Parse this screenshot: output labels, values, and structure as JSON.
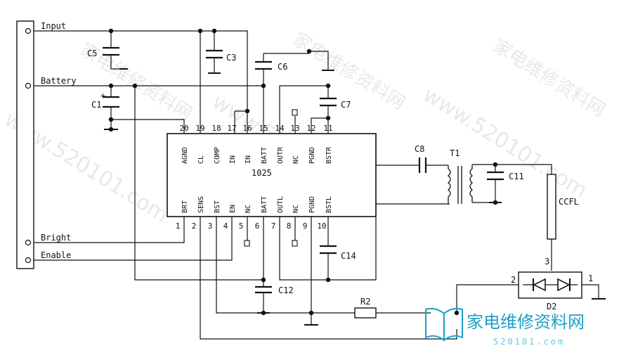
{
  "ports": {
    "input": "Input",
    "battery": "Battery",
    "bright": "Bright",
    "enable": "Enable"
  },
  "ic": {
    "name": "1025",
    "top_pins": [
      {
        "num": "20",
        "name": "AGND"
      },
      {
        "num": "19",
        "name": "CL"
      },
      {
        "num": "18",
        "name": "COMP"
      },
      {
        "num": "17",
        "name": "IN"
      },
      {
        "num": "16",
        "name": "IN"
      },
      {
        "num": "15",
        "name": "BATT"
      },
      {
        "num": "14",
        "name": "OUTR"
      },
      {
        "num": "13",
        "name": "NC"
      },
      {
        "num": "12",
        "name": "PGND"
      },
      {
        "num": "11",
        "name": "BSTR"
      }
    ],
    "bottom_pins": [
      {
        "num": "1",
        "name": "BRT"
      },
      {
        "num": "2",
        "name": "SENS"
      },
      {
        "num": "3",
        "name": "BST"
      },
      {
        "num": "4",
        "name": "EN"
      },
      {
        "num": "5",
        "name": "NC"
      },
      {
        "num": "6",
        "name": "BATT"
      },
      {
        "num": "7",
        "name": "OUTL"
      },
      {
        "num": "8",
        "name": "NC"
      },
      {
        "num": "9",
        "name": "PGND"
      },
      {
        "num": "10",
        "name": "BSTL"
      }
    ]
  },
  "components": {
    "c5": "C5",
    "c3": "C3",
    "c6": "C6",
    "c1": "C1",
    "c1_polarity": "+",
    "c7": "C7",
    "c8": "C8",
    "t1": "T1",
    "c11": "C11",
    "ccfl": "CCFL",
    "c14": "C14",
    "c12": "C12",
    "r2": "R2",
    "d2": "D2",
    "d2_pin1": "1",
    "d2_pin2": "2",
    "d2_pin3": "3"
  },
  "watermarks": {
    "cn": "家电维修资料网",
    "url": "www.520101.com"
  },
  "logo": {
    "text": "家电维修资料网",
    "url": "520101.com"
  }
}
